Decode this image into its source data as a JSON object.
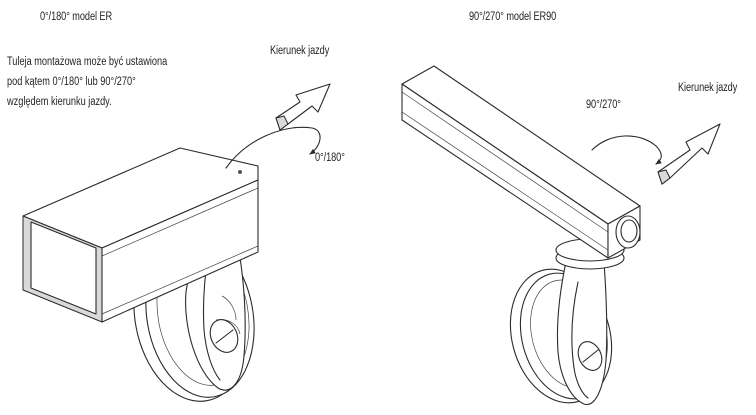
{
  "left": {
    "title": "0°/180° model ER",
    "note": [
      "Tuleja montażowa może być ustawiona",
      "pod kątem 0°/180° lub 90°/270°",
      "względem kierunku jazdy."
    ],
    "direction_label": "Kierunek jazdy",
    "angle_label": "0°/180°"
  },
  "right": {
    "title": "90°/270° model  ER90",
    "direction_label": "Kierunek jazdy",
    "angle_label": "90°/270°"
  }
}
